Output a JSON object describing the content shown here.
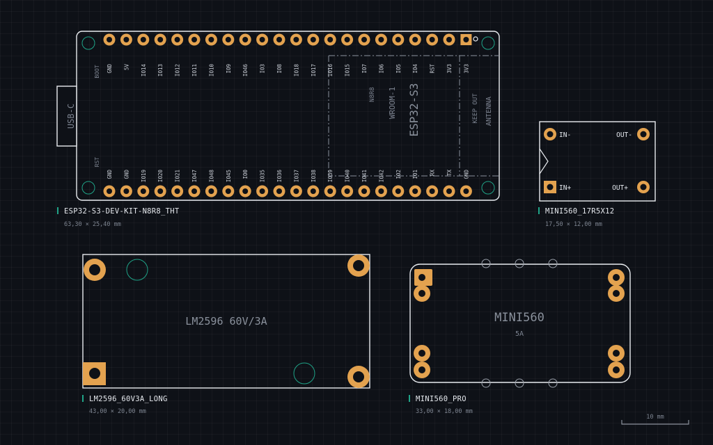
{
  "esp32": {
    "name": "ESP32-S3-DEV-KIT-N8R8_THT",
    "dims": "63,30 × 25,40 mm",
    "usb_label": "USB-C",
    "boot_label": "BOOT",
    "rst_label": "RST",
    "module_title": "ESP32-S3",
    "module_sub": "WROOM-1",
    "module_variant": "N8R8",
    "keepout_1": "KEEP OUT",
    "keepout_2": "ANTENNA",
    "top_pins": [
      "GND",
      "5V",
      "IO14",
      "IO13",
      "IO12",
      "IO11",
      "IO10",
      "IO9",
      "IO46",
      "IO3",
      "IO8",
      "IO18",
      "IO17",
      "IO16",
      "IO15",
      "IO7",
      "IO6",
      "IO5",
      "IO4",
      "RST",
      "3V3",
      "3V3"
    ],
    "bottom_pins": [
      "GND",
      "GND",
      "IO19",
      "IO20",
      "IO21",
      "IO47",
      "IO48",
      "IO45",
      "IO0",
      "IO35",
      "IO36",
      "IO37",
      "IO38",
      "IO39",
      "IO40",
      "IO41",
      "IO42",
      "IO2",
      "IO1",
      "RX",
      "TX",
      "GND"
    ]
  },
  "mini_small": {
    "name": "MINI560_17R5X12",
    "dims": "17,50 × 12,00 mm",
    "pins": [
      "IN-",
      "OUT-",
      "IN+",
      "OUT+"
    ]
  },
  "lm2596": {
    "name": "LM2596_60V3A_LONG",
    "dims": "43,00 × 20,00 mm",
    "label": "LM2596 60V/3A"
  },
  "mini_pro": {
    "name": "MINI560_PRO",
    "dims": "33,00 × 18,00 mm",
    "label": "MINI560",
    "sub": "5A"
  },
  "scale": {
    "label": "10 mm"
  },
  "colors": {
    "background": "#0e1117",
    "pad": "#e3a24f",
    "outline": "#e9ecf0",
    "accent": "#1fa488"
  }
}
